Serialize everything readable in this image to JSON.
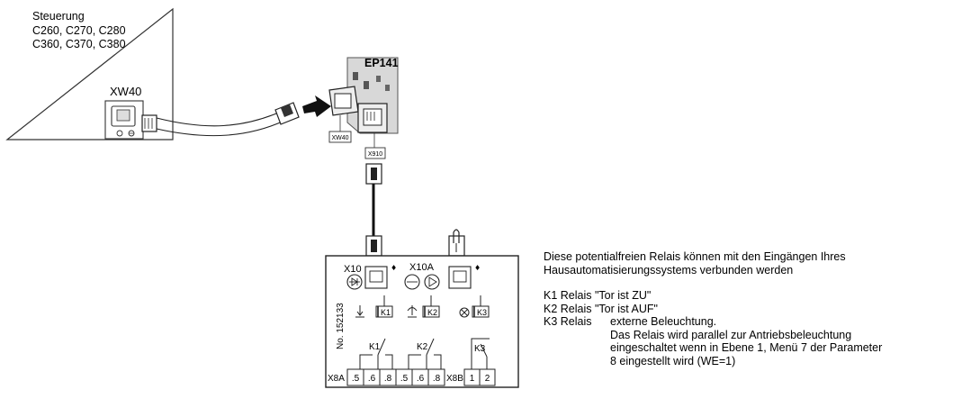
{
  "controller": {
    "title": "Steuerung",
    "models_line1": "C260, C270, C280",
    "models_line2": "C360, C370, C380",
    "port_label": "XW40"
  },
  "board": {
    "name": "EP141",
    "socket_xw40": "XW40",
    "socket_x910": "X910"
  },
  "relay_box": {
    "x10_label": "X10",
    "x10a_label": "X10A",
    "part_number": "No. 152133",
    "k1_label": "K1",
    "k2_label": "K2",
    "k3_label": "K3",
    "x8a_label": "X8A",
    "x8b_label": "X8B",
    "x8a_terminals": [
      ".5",
      ".6",
      ".8",
      ".5",
      ".6",
      ".8"
    ],
    "x8b_terminals": [
      "1",
      "2"
    ]
  },
  "description": {
    "intro_line1": "Diese potentialfreien Relais können mit den Eingängen Ihres",
    "intro_line2": "Hausautomatisierungssystems verbunden werden",
    "k1": "K1 Relais \"Tor ist ZU\"",
    "k2": "K2 Relais \"Tor ist AUF\"",
    "k3_label": "K3 Relais",
    "k3_line1": "externe Beleuchtung.",
    "k3_line2": "Das Relais wird parallel zur Antriebsbeleuchtung",
    "k3_line3": "eingeschaltet wenn in Ebene 1, Menü 7 der Parameter",
    "k3_line4": "8 eingestellt wird (WE=1)"
  }
}
